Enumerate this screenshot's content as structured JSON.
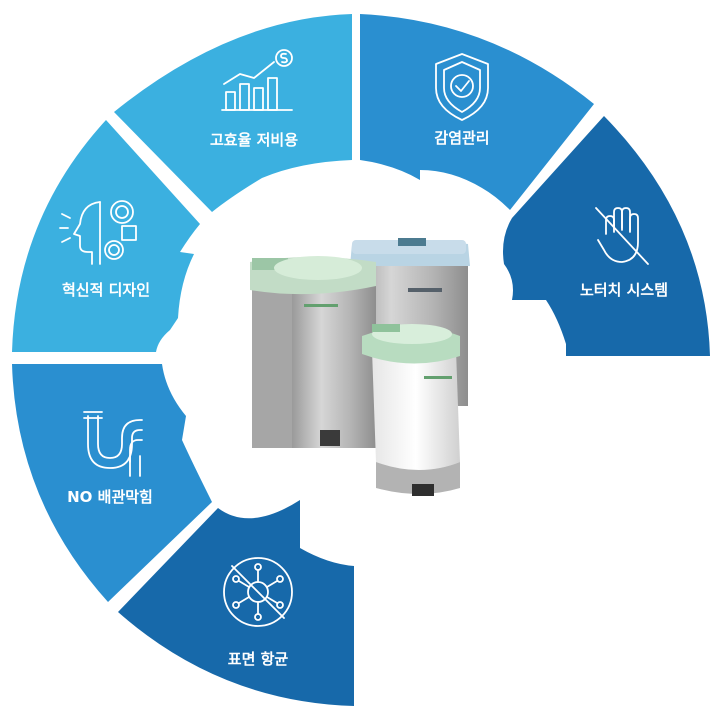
{
  "segments": [
    {
      "label": "고효율 저비용",
      "icon": "chart-money-icon",
      "color": "#3bb0e0"
    },
    {
      "label": "감염관리",
      "icon": "shield-check-icon",
      "color": "#2a8fd0"
    },
    {
      "label": "노터치 시스템",
      "icon": "no-touch-hand-icon",
      "color": "#1769aa"
    },
    {
      "label": "혁신적 디자인",
      "icon": "head-gears-icon",
      "color": "#3bb0e0"
    },
    {
      "label": "NO 배관막힘",
      "icon": "pipe-icon",
      "color": "#2a8fd0"
    },
    {
      "label": "표면 항균",
      "icon": "virus-icon",
      "color": "#1769aa"
    }
  ],
  "center": {
    "image": "three-waste-disposal-units"
  }
}
